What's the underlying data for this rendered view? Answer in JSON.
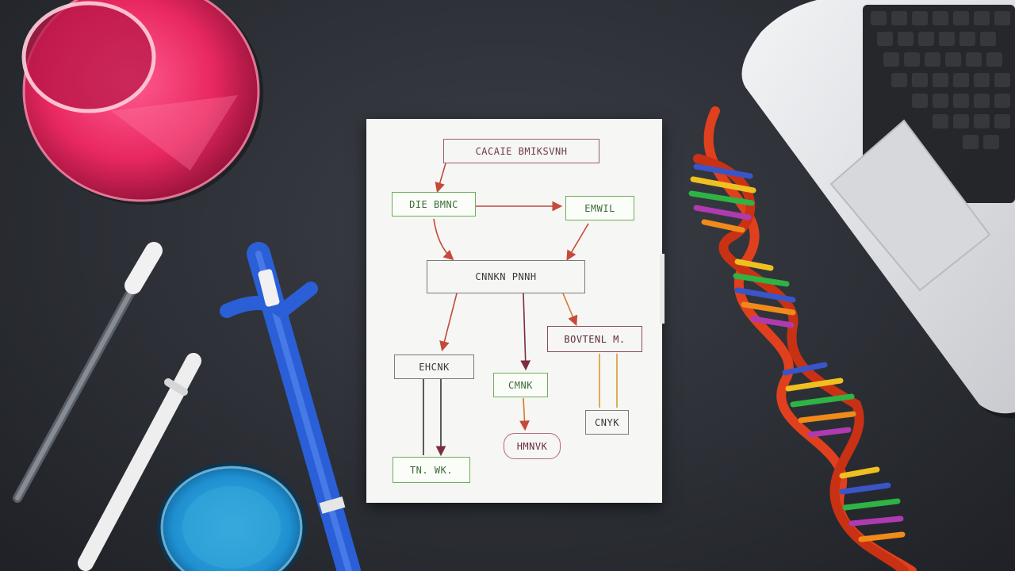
{
  "flowchart": {
    "title": "CACAIE BMIKSVNH",
    "node_top_left": "DIE BMNC",
    "node_top_right": "EMWIL",
    "node_center": "CNNKN PNNH",
    "node_right_mid": "BOVTENL M.",
    "node_left_mid": "EHCNK",
    "node_mid_green": "CMNK",
    "node_oval": "HMNVK",
    "node_right_low": "CNYK",
    "node_left_low": "TN. WK."
  },
  "colors": {
    "background": "#2c2f35",
    "paper": "#f6f6f4",
    "flask_liquid": "#e8285f",
    "pipette": "#2a5fd8",
    "beaker_liquid": "#1e8fd0",
    "dna_backbone": "#e0401d",
    "laptop": "#e6e7ea"
  },
  "objects": [
    "flask",
    "dropper",
    "syringe",
    "pipette",
    "beaker",
    "dna-model",
    "laptop"
  ]
}
